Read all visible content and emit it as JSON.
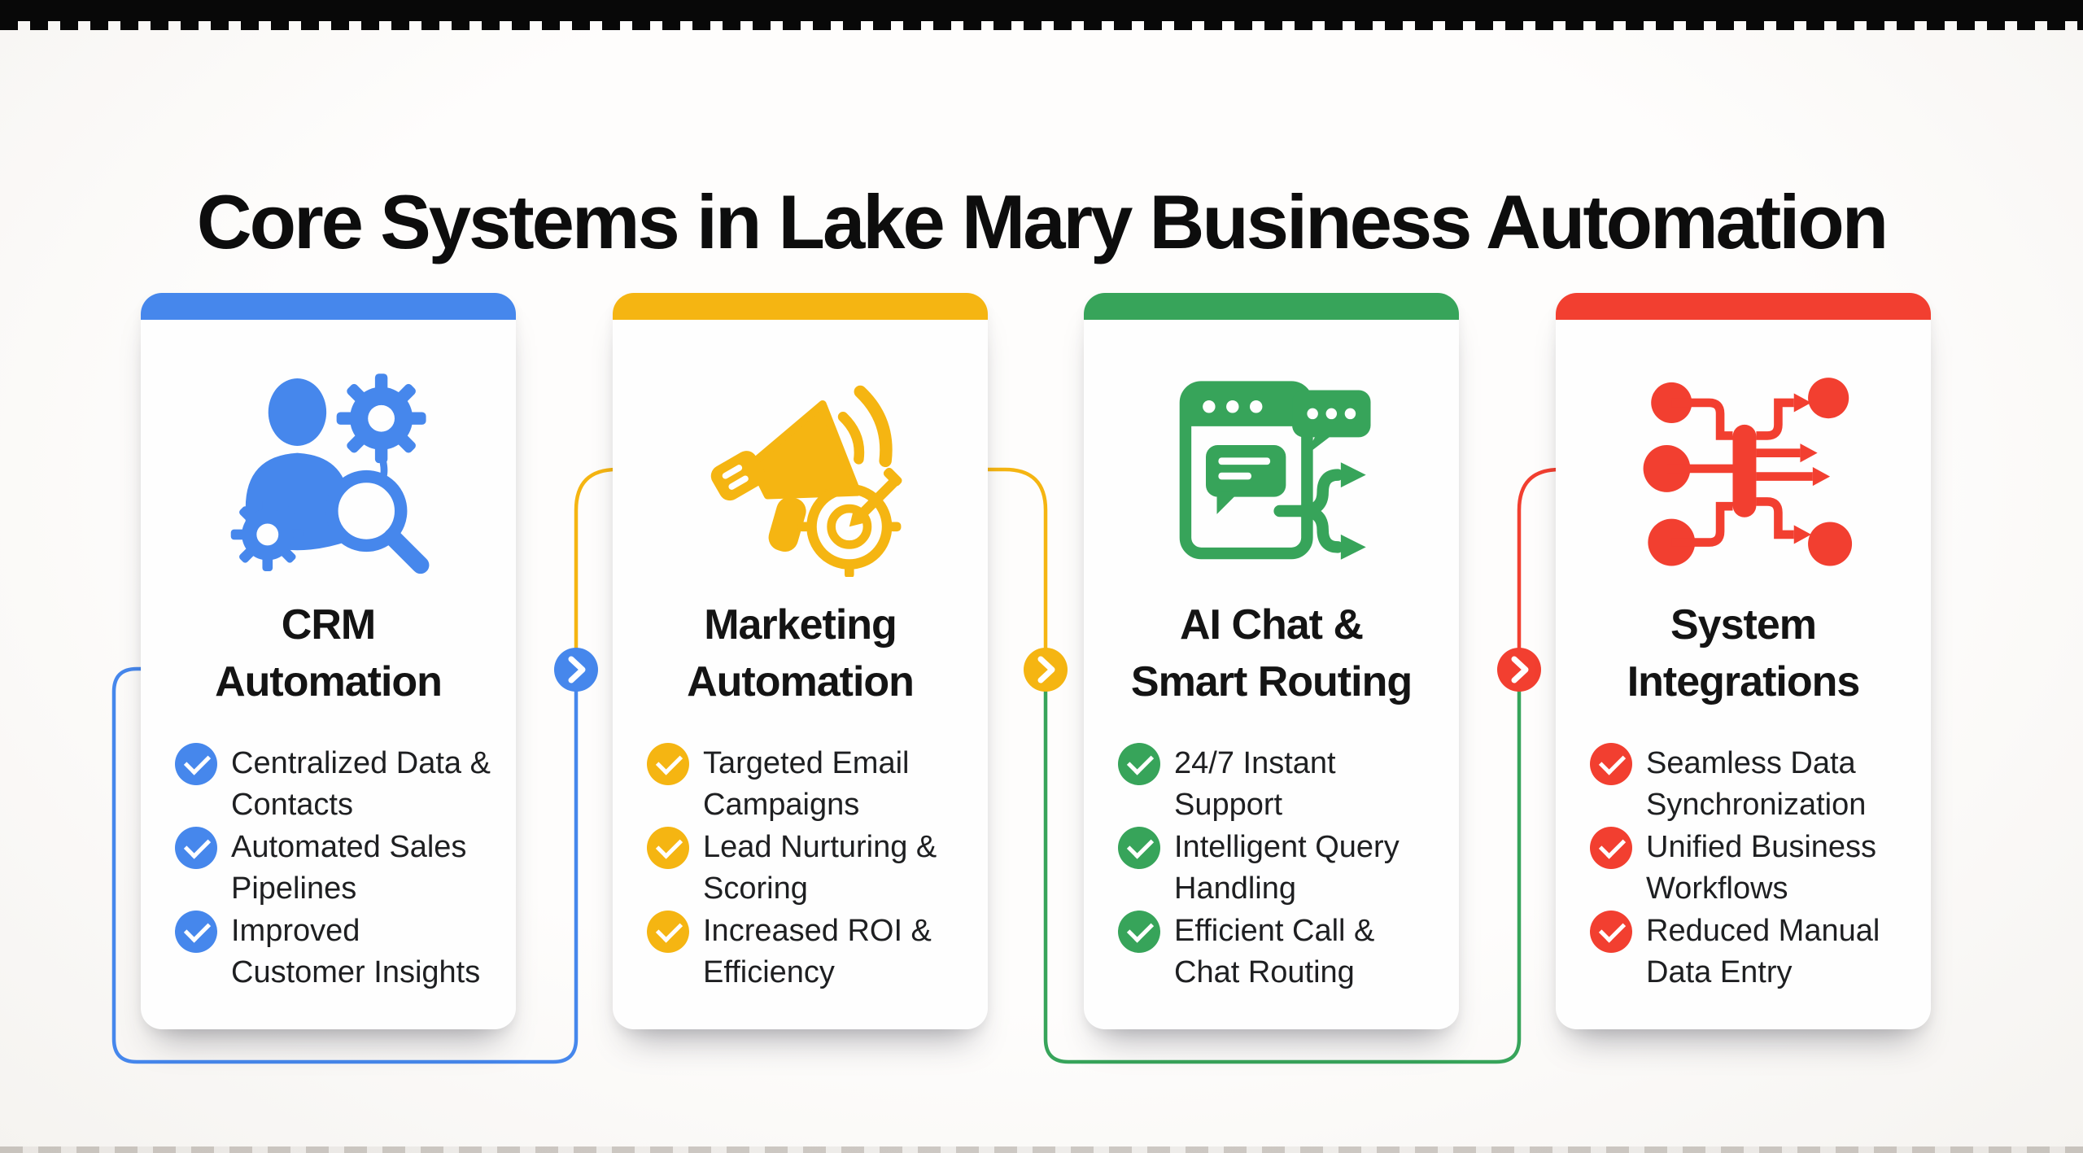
{
  "header": {
    "title": "Core Systems in Lake Mary Business Automation"
  },
  "palette": {
    "blue": "#4687EC",
    "yellow": "#F5B512",
    "green": "#37A45A",
    "red": "#F23F30",
    "check_glyph_color": "#FFFFFF"
  },
  "cards": [
    {
      "title": "CRM\nAutomation",
      "accent": "#4687EC",
      "icon": "crm-automation-icon",
      "bullets": [
        "Centralized Data & Contacts",
        "Automated Sales Pipelines",
        "Improved Customer Insights"
      ]
    },
    {
      "title": "Marketing\nAutomation",
      "accent": "#F5B512",
      "icon": "marketing-automation-icon",
      "bullets": [
        "Targeted Email Campaigns",
        "Lead Nurturing & Scoring",
        "Increased ROI & Efficiency"
      ]
    },
    {
      "title": "AI Chat &\nSmart Routing",
      "accent": "#37A45A",
      "icon": "ai-chat-smart-routing-icon",
      "bullets": [
        "24/7 Instant Support",
        "Intelligent Query Handling",
        "Efficient Call & Chat Routing"
      ]
    },
    {
      "title": "System\nIntegrations",
      "accent": "#F23F30",
      "icon": "system-integrations-icon",
      "bullets": [
        "Seamless Data Synchronization",
        "Unified Business Workflows",
        "Reduced Manual Data Entry"
      ]
    }
  ],
  "connectors": [
    {
      "circle_color": "#4687EC"
    },
    {
      "circle_color": "#F5B512"
    },
    {
      "circle_color": "#F23F30"
    }
  ]
}
